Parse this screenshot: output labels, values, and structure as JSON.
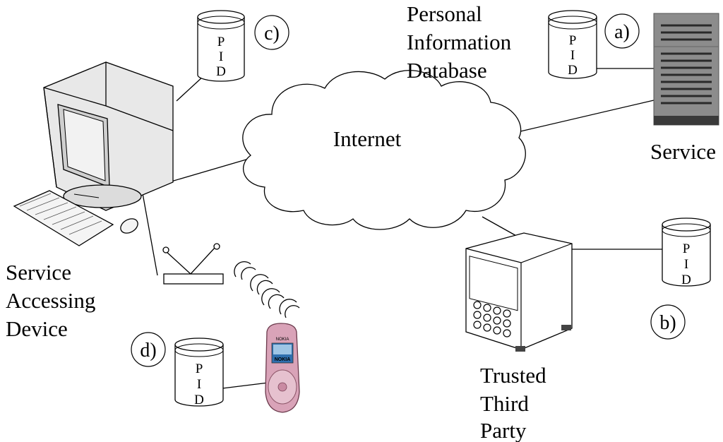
{
  "labels": {
    "pid_database": [
      "Personal",
      "Information",
      "Database"
    ],
    "internet": "Internet",
    "service": "Service",
    "service_accessing_device": [
      "Service",
      "Accessing",
      "Device"
    ],
    "trusted_third_party": [
      "Trusted",
      "Third",
      "Party"
    ]
  },
  "markers": {
    "a": "a)",
    "b": "b)",
    "c": "c)",
    "d": "d)"
  },
  "pid_letters": [
    "P",
    "I",
    "D"
  ],
  "phone_brand": "NOKIA",
  "colors": {
    "line": "#000000",
    "server_gray": "#8c8c8c",
    "server_dark": "#3a3a3a",
    "phone_pink": "#d9a3b8",
    "monitor_gray": "#d8d8d8"
  }
}
